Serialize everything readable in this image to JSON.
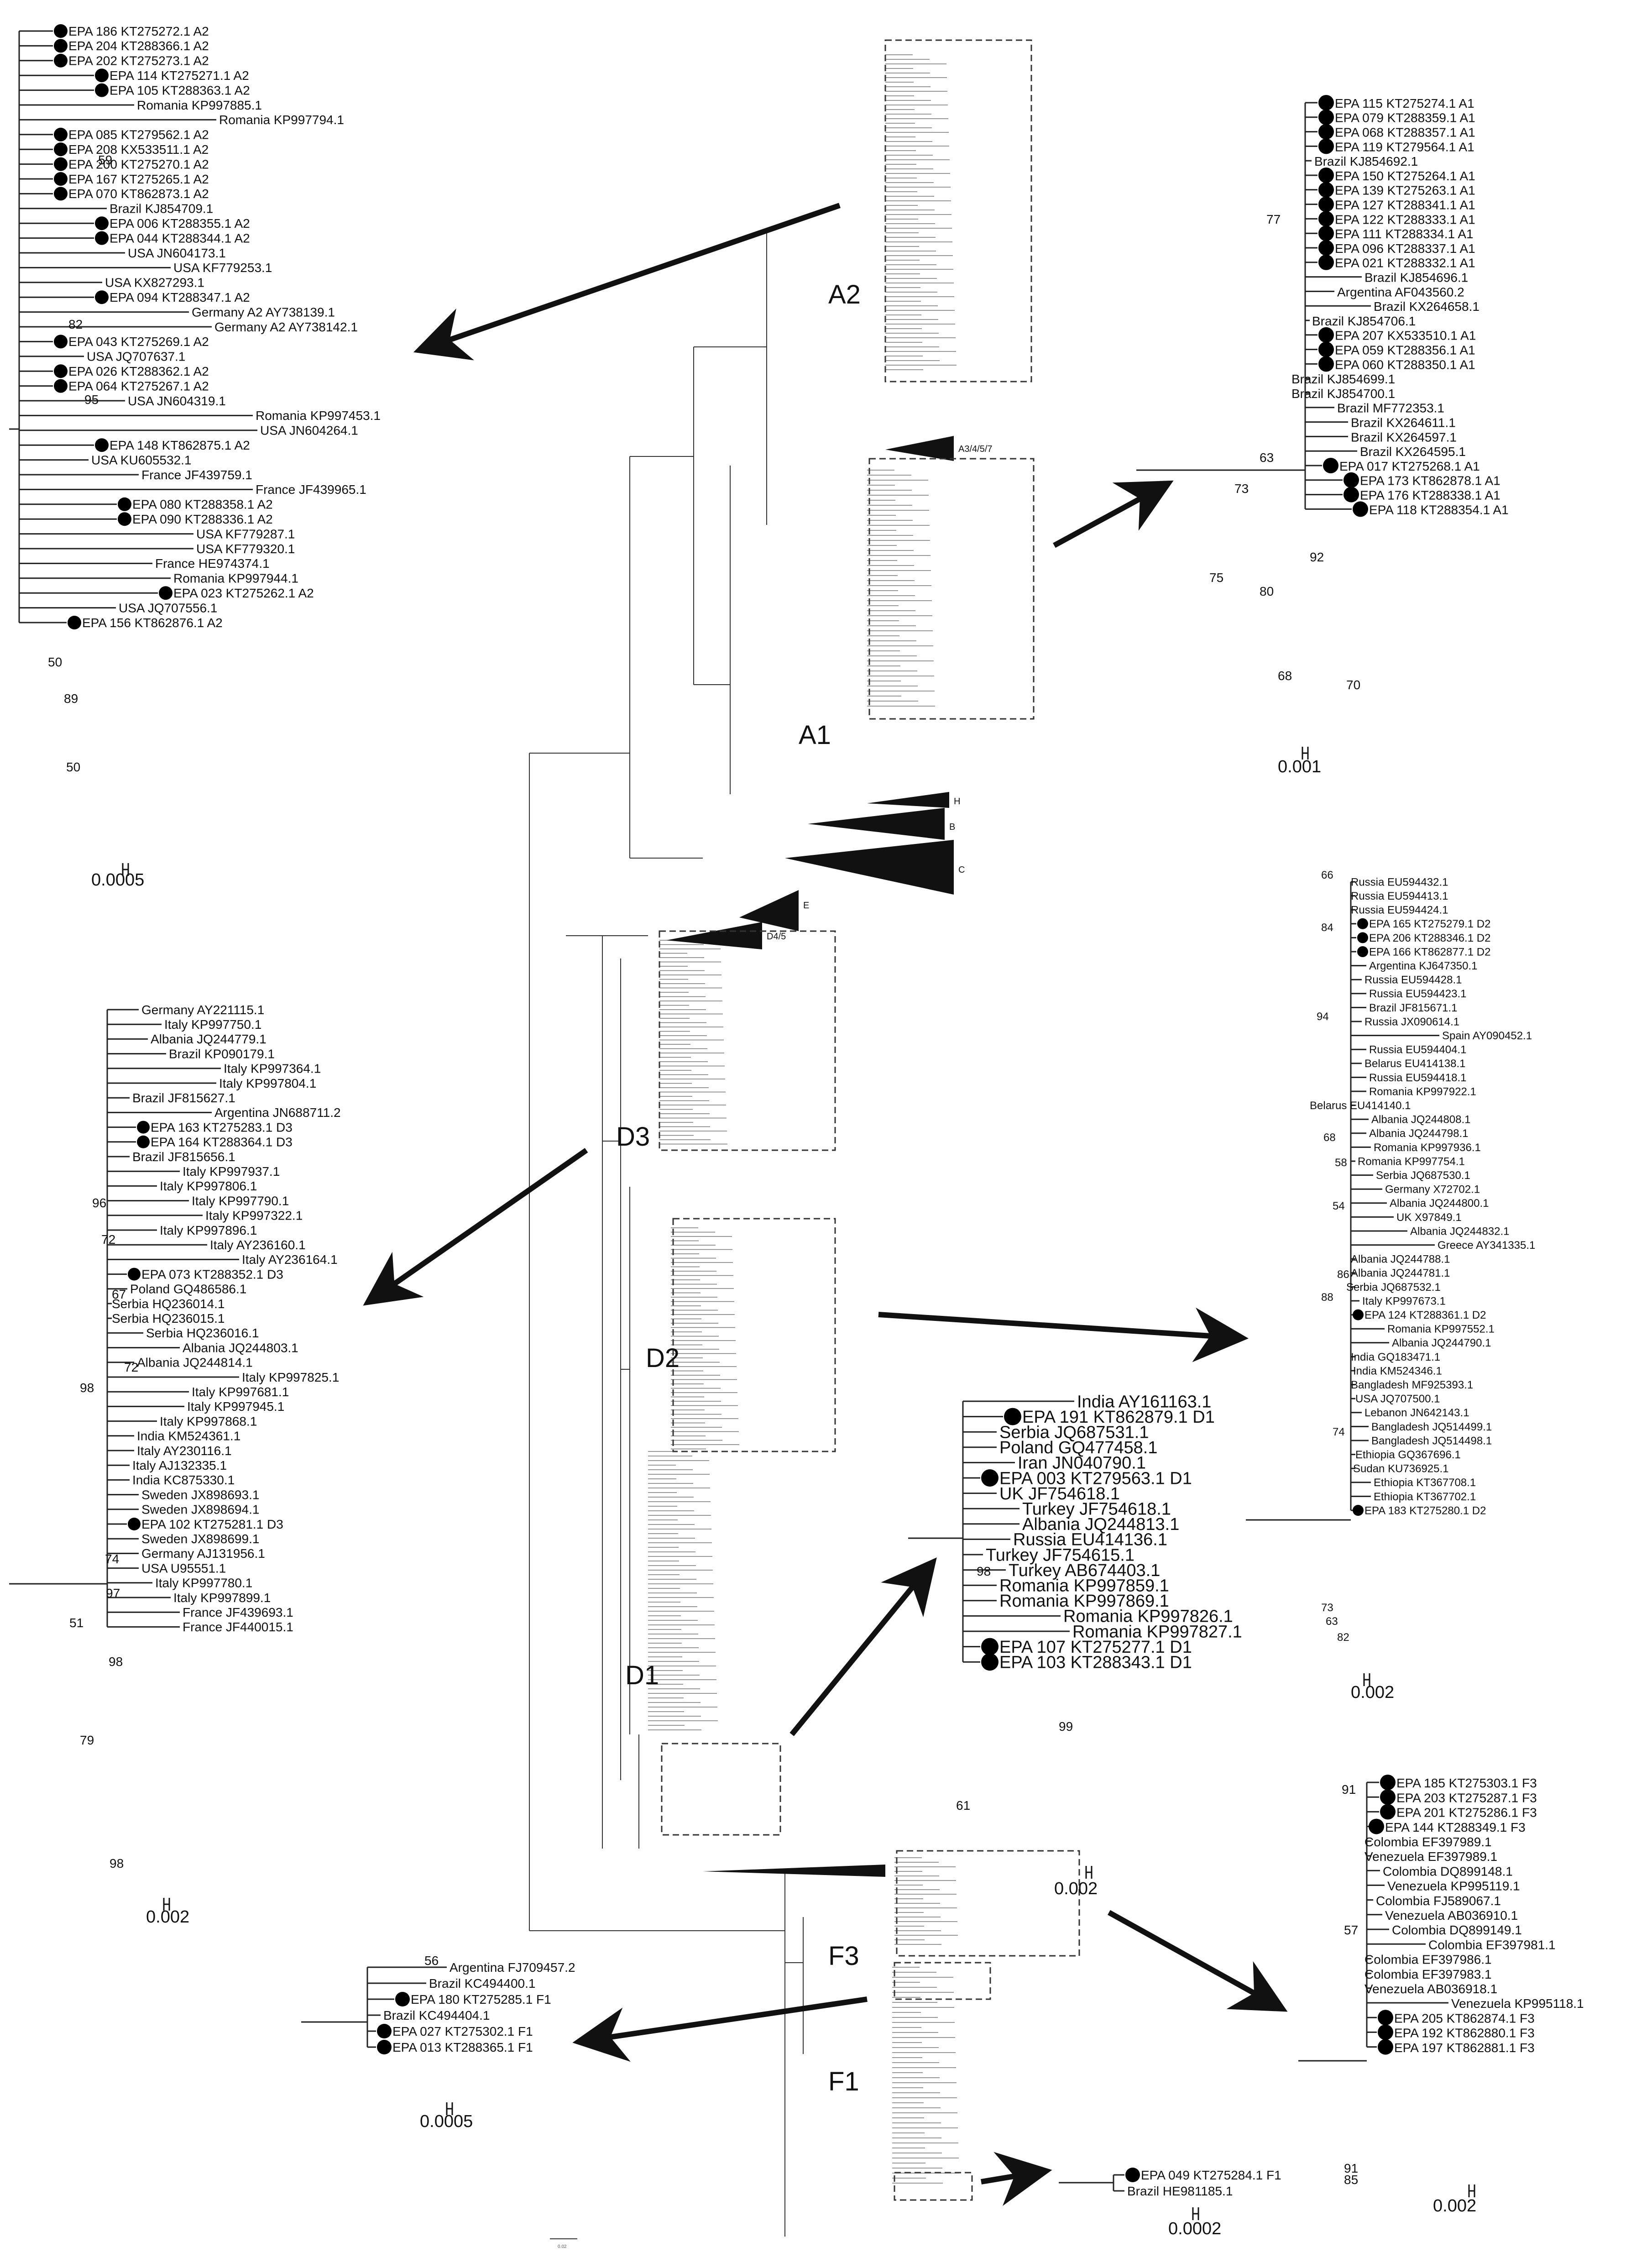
{
  "clade_labels": [
    "A2",
    "A1",
    "D3",
    "D2",
    "D1",
    "F3",
    "F1"
  ],
  "collapsed_labels": [
    "A3/4/5/7",
    "H",
    "B",
    "C",
    "E",
    "D4/5"
  ],
  "center_scale": "0.02",
  "panels": {
    "A2": {
      "scale": "0.0005",
      "leaves": [
        {
          "t": "EPA 186 KT275272.1 A2",
          "dot": true
        },
        {
          "t": "EPA 204 KT288366.1 A2",
          "dot": true
        },
        {
          "t": "EPA 202 KT275273.1 A2",
          "dot": true
        },
        {
          "t": "EPA 114 KT275271.1 A2",
          "dot": true
        },
        {
          "t": "EPA 105 KT288363.1 A2",
          "dot": true
        },
        {
          "t": "Romania KP997885.1",
          "dot": false
        },
        {
          "t": "Romania KP997794.1",
          "dot": false
        },
        {
          "t": "EPA 085 KT279562.1 A2",
          "dot": true
        },
        {
          "t": "EPA 208 KX533511.1 A2",
          "dot": true
        },
        {
          "t": "EPA 200 KT275270.1 A2",
          "dot": true
        },
        {
          "t": "EPA 167 KT275265.1 A2",
          "dot": true
        },
        {
          "t": "EPA 070 KT862873.1 A2",
          "dot": true
        },
        {
          "t": "Brazil KJ854709.1",
          "dot": false
        },
        {
          "t": "EPA 006 KT288355.1 A2",
          "dot": true
        },
        {
          "t": "EPA 044 KT288344.1 A2",
          "dot": true
        },
        {
          "t": "USA JN604173.1",
          "dot": false
        },
        {
          "t": "USA KF779253.1",
          "dot": false
        },
        {
          "t": "USA KX827293.1",
          "dot": false
        },
        {
          "t": "EPA 094 KT288347.1 A2",
          "dot": true
        },
        {
          "t": "Germany A2 AY738139.1",
          "dot": false
        },
        {
          "t": "Germany A2 AY738142.1",
          "dot": false
        },
        {
          "t": "EPA 043 KT275269.1 A2",
          "dot": true
        },
        {
          "t": "USA JQ707637.1",
          "dot": false
        },
        {
          "t": "EPA 026 KT288362.1 A2",
          "dot": true
        },
        {
          "t": "EPA 064 KT275267.1 A2",
          "dot": true
        },
        {
          "t": "USA JN604319.1",
          "dot": false
        },
        {
          "t": "Romania KP997453.1",
          "dot": false
        },
        {
          "t": "USA JN604264.1",
          "dot": false
        },
        {
          "t": "EPA 148 KT862875.1 A2",
          "dot": true
        },
        {
          "t": "USA KU605532.1",
          "dot": false
        },
        {
          "t": "France JF439759.1",
          "dot": false
        },
        {
          "t": "France JF439965.1",
          "dot": false
        },
        {
          "t": "EPA 080 KT288358.1 A2",
          "dot": true
        },
        {
          "t": "EPA 090 KT288336.1 A2",
          "dot": true
        },
        {
          "t": "USA KF779287.1",
          "dot": false
        },
        {
          "t": "USA KF779320.1",
          "dot": false
        },
        {
          "t": "France HE974374.1",
          "dot": false
        },
        {
          "t": "Romania KP997944.1",
          "dot": false
        },
        {
          "t": "EPA 023 KT275262.1 A2",
          "dot": true
        },
        {
          "t": "USA JQ707556.1",
          "dot": false
        },
        {
          "t": "EPA 156 KT862876.1 A2",
          "dot": true
        }
      ],
      "bootstrap": [
        "59",
        "82",
        "95",
        "50",
        "89",
        "50"
      ]
    },
    "A1": {
      "scale": "0.001",
      "leaves": [
        {
          "t": "EPA 115 KT275274.1 A1",
          "dot": true
        },
        {
          "t": "EPA 079 KT288359.1 A1",
          "dot": true
        },
        {
          "t": "EPA 068 KT288357.1 A1",
          "dot": true
        },
        {
          "t": "EPA 119 KT279564.1 A1",
          "dot": true
        },
        {
          "t": "Brazil KJ854692.1",
          "dot": false
        },
        {
          "t": "EPA 150 KT275264.1 A1",
          "dot": true
        },
        {
          "t": "EPA 139 KT275263.1 A1",
          "dot": true
        },
        {
          "t": "EPA 127 KT288341.1 A1",
          "dot": true
        },
        {
          "t": "EPA 122 KT288333.1 A1",
          "dot": true
        },
        {
          "t": "EPA 111 KT288334.1 A1",
          "dot": true
        },
        {
          "t": "EPA 096 KT288337.1 A1",
          "dot": true
        },
        {
          "t": "EPA 021 KT288332.1 A1",
          "dot": true
        },
        {
          "t": "Brazil KJ854696.1",
          "dot": false
        },
        {
          "t": "Argentina AF043560.2",
          "dot": false
        },
        {
          "t": "Brazil KX264658.1",
          "dot": false
        },
        {
          "t": "Brazil KJ854706.1",
          "dot": false
        },
        {
          "t": "EPA 207 KX533510.1 A1",
          "dot": true
        },
        {
          "t": "EPA 059 KT288356.1 A1",
          "dot": true
        },
        {
          "t": "EPA 060 KT288350.1 A1",
          "dot": true
        },
        {
          "t": "Brazil KJ854699.1",
          "dot": false
        },
        {
          "t": "Brazil KJ854700.1",
          "dot": false
        },
        {
          "t": "Brazil MF772353.1",
          "dot": false
        },
        {
          "t": "Brazil KX264611.1",
          "dot": false
        },
        {
          "t": "Brazil KX264597.1",
          "dot": false
        },
        {
          "t": "Brazil KX264595.1",
          "dot": false
        },
        {
          "t": "EPA 017 KT275268.1 A1",
          "dot": true
        },
        {
          "t": "EPA 173 KT862878.1 A1",
          "dot": true
        },
        {
          "t": "EPA 176 KT288338.1 A1",
          "dot": true
        },
        {
          "t": "EPA 118 KT288354.1 A1",
          "dot": true
        }
      ],
      "bootstrap": [
        "77",
        "63",
        "73",
        "75",
        "92",
        "80",
        "68",
        "70"
      ]
    },
    "D3": {
      "scale": "0.002",
      "leaves": [
        {
          "t": "Germany AY221115.1",
          "dot": false
        },
        {
          "t": "Italy KP997750.1",
          "dot": false
        },
        {
          "t": "Albania JQ244779.1",
          "dot": false
        },
        {
          "t": "Brazil KP090179.1",
          "dot": false
        },
        {
          "t": "Italy KP997364.1",
          "dot": false
        },
        {
          "t": "Italy KP997804.1",
          "dot": false
        },
        {
          "t": "Brazil JF815627.1",
          "dot": false
        },
        {
          "t": "Argentina JN688711.2",
          "dot": false
        },
        {
          "t": "EPA 163 KT275283.1 D3",
          "dot": true
        },
        {
          "t": "EPA 164 KT288364.1 D3",
          "dot": true
        },
        {
          "t": "Brazil JF815656.1",
          "dot": false
        },
        {
          "t": "Italy KP997937.1",
          "dot": false
        },
        {
          "t": "Italy KP997806.1",
          "dot": false
        },
        {
          "t": "Italy KP997790.1",
          "dot": false
        },
        {
          "t": "Italy KP997322.1",
          "dot": false
        },
        {
          "t": "Italy KP997896.1",
          "dot": false
        },
        {
          "t": "Italy AY236160.1",
          "dot": false
        },
        {
          "t": "Italy AY236164.1",
          "dot": false
        },
        {
          "t": "EPA 073 KT288352.1 D3",
          "dot": true
        },
        {
          "t": "Poland GQ486586.1",
          "dot": false
        },
        {
          "t": "Serbia HQ236014.1",
          "dot": false
        },
        {
          "t": "Serbia HQ236015.1",
          "dot": false
        },
        {
          "t": "Serbia HQ236016.1",
          "dot": false
        },
        {
          "t": "Albania JQ244803.1",
          "dot": false
        },
        {
          "t": "Albania JQ244814.1",
          "dot": false
        },
        {
          "t": "Italy KP997825.1",
          "dot": false
        },
        {
          "t": "Italy KP997681.1",
          "dot": false
        },
        {
          "t": "Italy KP997945.1",
          "dot": false
        },
        {
          "t": "Italy KP997868.1",
          "dot": false
        },
        {
          "t": "India KM524361.1",
          "dot": false
        },
        {
          "t": "Italy AY230116.1",
          "dot": false
        },
        {
          "t": "Italy AJ132335.1",
          "dot": false
        },
        {
          "t": "India KC875330.1",
          "dot": false
        },
        {
          "t": "Sweden JX898693.1",
          "dot": false
        },
        {
          "t": "Sweden JX898694.1",
          "dot": false
        },
        {
          "t": "EPA 102 KT275281.1 D3",
          "dot": true
        },
        {
          "t": "Sweden JX898699.1",
          "dot": false
        },
        {
          "t": "Germany AJ131956.1",
          "dot": false
        },
        {
          "t": "USA U95551.1",
          "dot": false
        },
        {
          "t": "Italy KP997780.1",
          "dot": false
        },
        {
          "t": "Italy KP997899.1",
          "dot": false
        },
        {
          "t": "France JF439693.1",
          "dot": false
        },
        {
          "t": "France JF440015.1",
          "dot": false
        }
      ],
      "bootstrap": [
        "72",
        "96",
        "67",
        "72",
        "98",
        "74",
        "97",
        "51",
        "98",
        "79",
        "98"
      ]
    },
    "D2": {
      "scale": "0.002",
      "leaves": [
        {
          "t": "Russia EU594432.1",
          "dot": false
        },
        {
          "t": "Russia EU594413.1",
          "dot": false
        },
        {
          "t": "Russia EU594424.1",
          "dot": false
        },
        {
          "t": "EPA 165 KT275279.1 D2",
          "dot": true
        },
        {
          "t": "EPA 206 KT288346.1 D2",
          "dot": true
        },
        {
          "t": "EPA 166 KT862877.1 D2",
          "dot": true
        },
        {
          "t": "Argentina KJ647350.1",
          "dot": false
        },
        {
          "t": "Russia EU594428.1",
          "dot": false
        },
        {
          "t": "Russia EU594423.1",
          "dot": false
        },
        {
          "t": "Brazil JF815671.1",
          "dot": false
        },
        {
          "t": "Russia JX090614.1",
          "dot": false
        },
        {
          "t": "Spain AY090452.1",
          "dot": false
        },
        {
          "t": "Russia EU594404.1",
          "dot": false
        },
        {
          "t": "Belarus EU414138.1",
          "dot": false
        },
        {
          "t": "Russia EU594418.1",
          "dot": false
        },
        {
          "t": "Romania KP997922.1",
          "dot": false
        },
        {
          "t": "Belarus EU414140.1",
          "dot": false
        },
        {
          "t": "Albania JQ244808.1",
          "dot": false
        },
        {
          "t": "Albania JQ244798.1",
          "dot": false
        },
        {
          "t": "Romania KP997936.1",
          "dot": false
        },
        {
          "t": "Romania KP997754.1",
          "dot": false
        },
        {
          "t": "Serbia JQ687530.1",
          "dot": false
        },
        {
          "t": "Germany X72702.1",
          "dot": false
        },
        {
          "t": "Albania JQ244800.1",
          "dot": false
        },
        {
          "t": "UK X97849.1",
          "dot": false
        },
        {
          "t": "Albania JQ244832.1",
          "dot": false
        },
        {
          "t": "Greece AY341335.1",
          "dot": false
        },
        {
          "t": "Albania JQ244788.1",
          "dot": false
        },
        {
          "t": "Albania JQ244781.1",
          "dot": false
        },
        {
          "t": "Serbia JQ687532.1",
          "dot": false
        },
        {
          "t": "Italy KP997673.1",
          "dot": false
        },
        {
          "t": "EPA 124 KT288361.1 D2",
          "dot": true
        },
        {
          "t": "Romania KP997552.1",
          "dot": false
        },
        {
          "t": "Albania JQ244790.1",
          "dot": false
        },
        {
          "t": "India GQ183471.1",
          "dot": false
        },
        {
          "t": "India KM524346.1",
          "dot": false
        },
        {
          "t": "Bangladesh MF925393.1",
          "dot": false
        },
        {
          "t": "USA JQ707500.1",
          "dot": false
        },
        {
          "t": "Lebanon JN642143.1",
          "dot": false
        },
        {
          "t": "Bangladesh JQ514499.1",
          "dot": false
        },
        {
          "t": "Bangladesh JQ514498.1",
          "dot": false
        },
        {
          "t": "Ethiopia GQ367696.1",
          "dot": false
        },
        {
          "t": "Sudan KU736925.1",
          "dot": false
        },
        {
          "t": "Ethiopia KT367708.1",
          "dot": false
        },
        {
          "t": "Ethiopia KT367702.1",
          "dot": false
        },
        {
          "t": "EPA 183 KT275280.1 D2",
          "dot": true
        }
      ],
      "bootstrap": [
        "66",
        "84",
        "94",
        "68",
        "58",
        "54",
        "86",
        "88",
        "74",
        "73",
        "63",
        "82"
      ]
    },
    "D1": {
      "scale": "0.002",
      "leaves": [
        {
          "t": "India AY161163.1",
          "dot": false
        },
        {
          "t": "EPA 191 KT862879.1 D1",
          "dot": true
        },
        {
          "t": "Serbia JQ687531.1",
          "dot": false
        },
        {
          "t": "Poland GQ477458.1",
          "dot": false
        },
        {
          "t": "Iran JN040790.1",
          "dot": false
        },
        {
          "t": "EPA 003 KT279563.1 D1",
          "dot": true
        },
        {
          "t": "UK JF754618.1",
          "dot": false
        },
        {
          "t": "Turkey JF754618.1",
          "dot": false
        },
        {
          "t": "Albania JQ244813.1",
          "dot": false
        },
        {
          "t": "Russia EU414136.1",
          "dot": false
        },
        {
          "t": "Turkey JF754615.1",
          "dot": false
        },
        {
          "t": "Turkey AB674403.1",
          "dot": false
        },
        {
          "t": "Romania KP997859.1",
          "dot": false
        },
        {
          "t": "Romania KP997869.1",
          "dot": false
        },
        {
          "t": "Romania KP997826.1",
          "dot": false
        },
        {
          "t": "Romania KP997827.1",
          "dot": false
        },
        {
          "t": "EPA 107 KT275277.1 D1",
          "dot": true
        },
        {
          "t": "EPA 103 KT288343.1 D1",
          "dot": true
        }
      ],
      "bootstrap": [
        "98",
        "99",
        "61"
      ]
    },
    "F3": {
      "scale": "0.002",
      "leaves": [
        {
          "t": "EPA 185 KT275303.1 F3",
          "dot": true
        },
        {
          "t": "EPA 203 KT275287.1 F3",
          "dot": true
        },
        {
          "t": "EPA 201 KT275286.1 F3",
          "dot": true
        },
        {
          "t": "EPA 144 KT288349.1 F3",
          "dot": true
        },
        {
          "t": "Colombia EF397989.1",
          "dot": false
        },
        {
          "t": "Venezuela EF397989.1",
          "dot": false
        },
        {
          "t": "Colombia DQ899148.1",
          "dot": false
        },
        {
          "t": "Venezuela KP995119.1",
          "dot": false
        },
        {
          "t": "Colombia FJ589067.1",
          "dot": false
        },
        {
          "t": "Venezuela AB036910.1",
          "dot": false
        },
        {
          "t": "Colombia DQ899149.1",
          "dot": false
        },
        {
          "t": "Colombia EF397981.1",
          "dot": false
        },
        {
          "t": "Colombia EF397986.1",
          "dot": false
        },
        {
          "t": "Colombia EF397983.1",
          "dot": false
        },
        {
          "t": "Venezuela AB036918.1",
          "dot": false
        },
        {
          "t": "Venezuela KP995118.1",
          "dot": false
        },
        {
          "t": "EPA 205 KT862874.1 F3",
          "dot": true
        },
        {
          "t": "EPA 192 KT862880.1 F3",
          "dot": true
        },
        {
          "t": "EPA 197 KT862881.1 F3",
          "dot": true
        }
      ],
      "bootstrap": [
        "91",
        "57",
        "91",
        "85"
      ]
    },
    "F1": {
      "scale": "0.0005",
      "leaves": [
        {
          "t": "Argentina FJ709457.2",
          "dot": false
        },
        {
          "t": "Brazil KC494400.1",
          "dot": false
        },
        {
          "t": "EPA 180 KT275285.1 F1",
          "dot": true
        },
        {
          "t": "Brazil KC494404.1",
          "dot": false
        },
        {
          "t": "EPA 027 KT275302.1 F1",
          "dot": true
        },
        {
          "t": "EPA 013 KT288365.1 F1",
          "dot": true
        }
      ],
      "bootstrap": [
        "56"
      ]
    },
    "F1b": {
      "scale": "0.0002",
      "leaves": [
        {
          "t": "EPA 049 KT275284.1 F1",
          "dot": true
        },
        {
          "t": "Brazil HE981185.1",
          "dot": false
        }
      ],
      "bootstrap": []
    },
    "D2D1": {
      "scale": "0.002"
    }
  }
}
